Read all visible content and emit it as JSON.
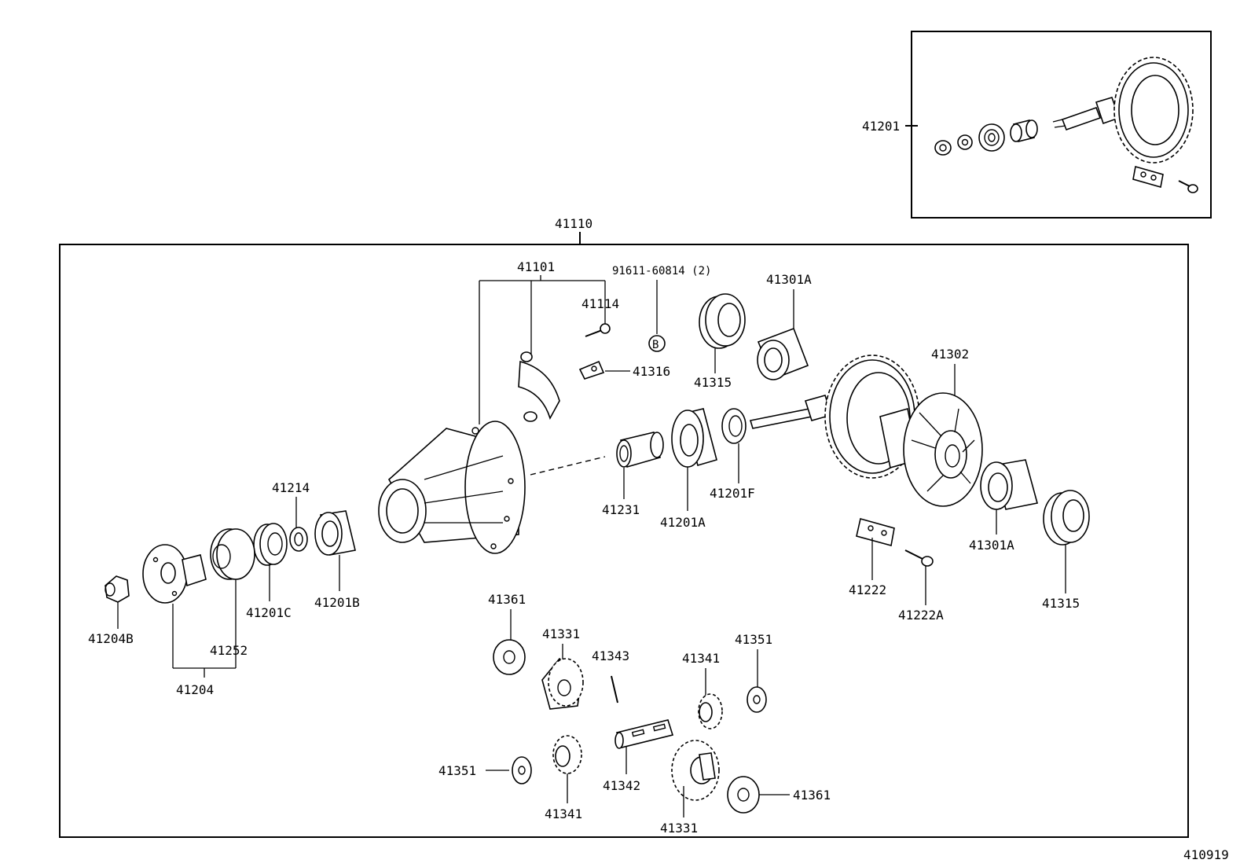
{
  "diagram": {
    "reference_number": "410919",
    "inset_group": {
      "part_no": "41201"
    },
    "main_group": {
      "part_no": "41110"
    },
    "callouts": {
      "p41101": "41101",
      "p91611": "91611-60814 (2)",
      "p91611_mark": "B",
      "p41114": "41114",
      "p41316": "41316",
      "p41315_top": "41315",
      "p41301A_top": "41301A",
      "p41302": "41302",
      "p41231": "41231",
      "p41201A": "41201A",
      "p41201F": "41201F",
      "p41214": "41214",
      "p41201C": "41201C",
      "p41201B": "41201B",
      "p41204B": "41204B",
      "p41252": "41252",
      "p41204": "41204",
      "p41222": "41222",
      "p41222A": "41222A",
      "p41301A_bottom": "41301A",
      "p41315_bottom": "41315",
      "p41361_top": "41361",
      "p41331_top": "41331",
      "p41343": "41343",
      "p41341_right": "41341",
      "p41351_right": "41351",
      "p41351_left": "41351",
      "p41341_left": "41341",
      "p41342": "41342",
      "p41331_bottom": "41331",
      "p41361_bottom": "41361"
    }
  }
}
